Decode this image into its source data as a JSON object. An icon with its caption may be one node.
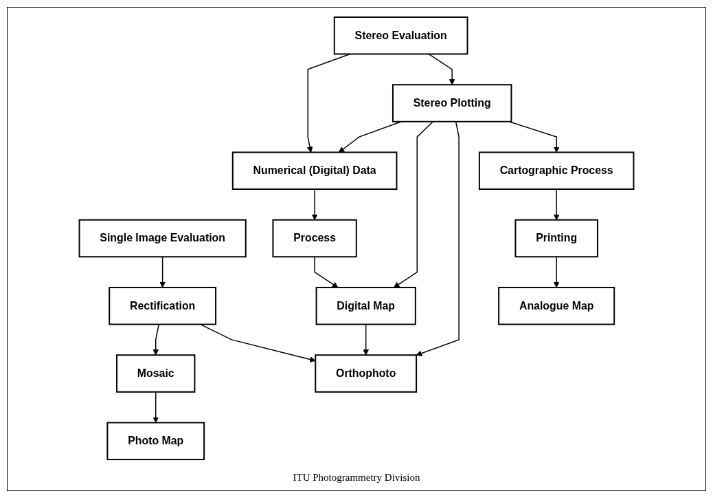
{
  "diagram": {
    "caption": "ITU Photogrammetry Division",
    "nodes": [
      {
        "text": [
          "Stereo Evaluation"
        ]
      },
      {
        "text": [
          "Single Image Evaluation"
        ]
      },
      {
        "text": [
          "Numerical (Digital) Data"
        ]
      },
      {
        "text": [
          "Stereo Plotting"
        ]
      },
      {
        "text": [
          "Rectification"
        ]
      },
      {
        "text": [
          "Process"
        ]
      },
      {
        "text": [
          "Cartographic Process"
        ]
      },
      {
        "text": [
          "Mosaic"
        ]
      },
      {
        "text": [
          "Digital Map"
        ]
      },
      {
        "text": [
          "Printing"
        ]
      },
      {
        "text": [
          "Photo Map"
        ]
      },
      {
        "text": [
          "Orthophoto"
        ]
      },
      {
        "text": [
          "Analogue Map"
        ]
      }
    ],
    "edges": [
      {
        "from": 0,
        "to": 2,
        "arrow": "to"
      },
      {
        "from": 0,
        "to": 3,
        "arrow": "to"
      },
      {
        "from": 1,
        "to": 4,
        "arrow": "to"
      },
      {
        "from": 3,
        "to": 2,
        "arrow": "to"
      },
      {
        "from": 3,
        "to": 8,
        "arrow": "to"
      },
      {
        "from": 3,
        "to": 11,
        "arrow": "to"
      },
      {
        "from": 2,
        "to": 5,
        "arrow": "to"
      },
      {
        "from": 5,
        "to": 8,
        "arrow": "to"
      },
      {
        "from": 8,
        "to": 11,
        "arrow": "to"
      },
      {
        "from": 3,
        "to": 6,
        "arrow": "to"
      },
      {
        "from": 6,
        "to": 9,
        "arrow": "to"
      },
      {
        "from": 9,
        "to": 12,
        "arrow": "to"
      },
      {
        "from": 4,
        "to": 7,
        "arrow": "to"
      },
      {
        "from": 7,
        "to": 10,
        "arrow": "to"
      },
      {
        "from": 4,
        "to": 11,
        "arrow": "to"
      }
    ]
  }
}
